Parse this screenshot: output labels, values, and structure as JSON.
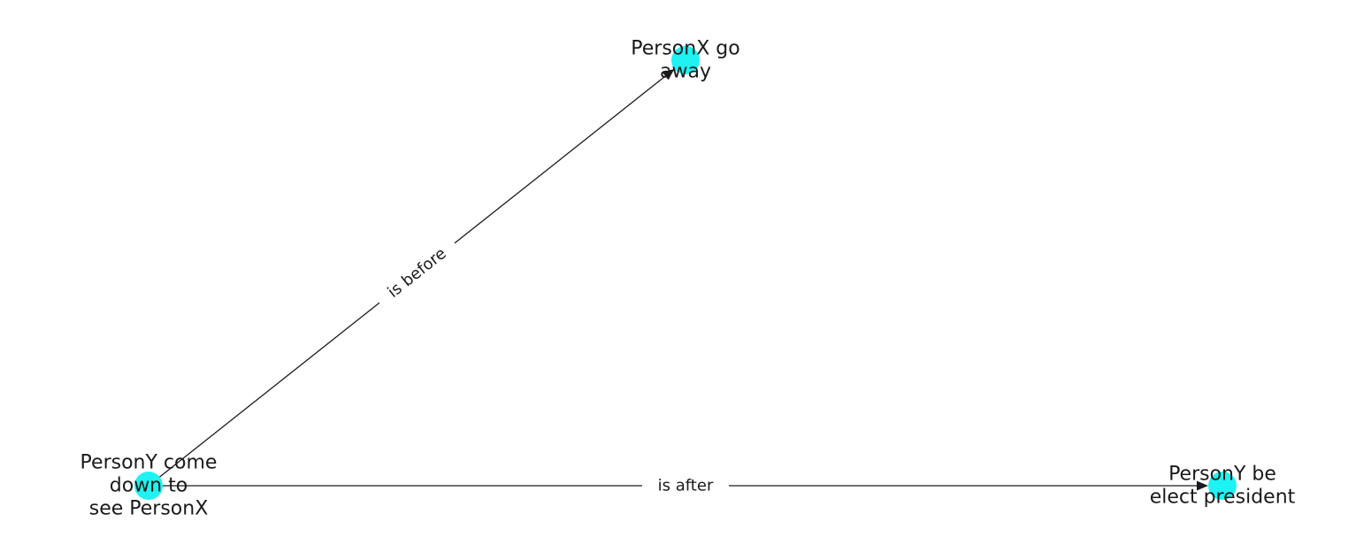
{
  "graph": {
    "node_color": "#1ff2f2",
    "edge_color": "#1a1a1a",
    "nodes": [
      {
        "id": "n1",
        "lines": [
          "PersonX go",
          "away"
        ]
      },
      {
        "id": "n2",
        "lines": [
          "PersonY come",
          "down to",
          "see PersonX"
        ]
      },
      {
        "id": "n3",
        "lines": [
          "PersonY be",
          "elect president"
        ]
      }
    ],
    "edges": [
      {
        "source": "n2",
        "target": "n1",
        "label": "is before"
      },
      {
        "source": "n2",
        "target": "n3",
        "label": "is after"
      }
    ]
  }
}
